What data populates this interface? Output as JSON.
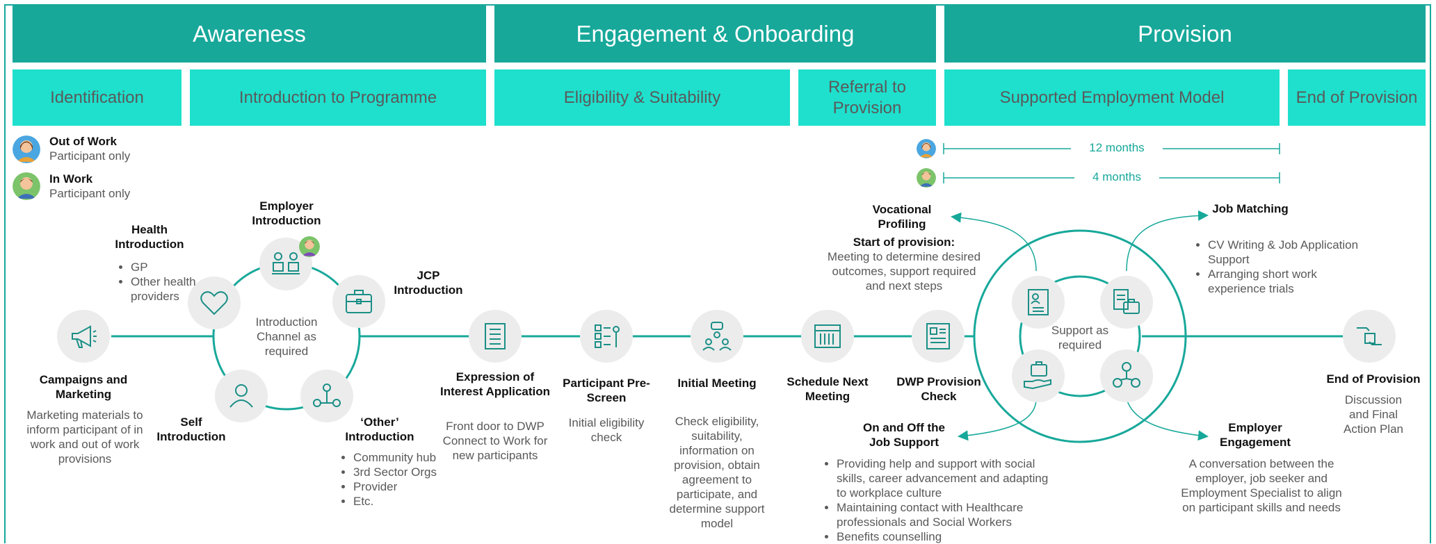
{
  "phases": [
    "Awareness",
    "Engagement & Onboarding",
    "Provision"
  ],
  "stages": [
    "Identification",
    "Introduction to Programme",
    "Eligibility & Suitability",
    "Referral to Provision",
    "Supported Employment Model",
    "End of Provision"
  ],
  "legend": {
    "out_title": "Out of Work",
    "out_sub": "Participant only",
    "in_title": "In Work",
    "in_sub": "Participant only"
  },
  "durations": [
    "12 months",
    "4 months"
  ],
  "intro": {
    "health_title": "Health Introduction",
    "health_items": [
      "GP",
      "Other health providers"
    ],
    "employer_title": "Employer Introduction",
    "jcp_title": "JCP Introduction",
    "channel_text": "Introduction Channel as required",
    "self_title": "Self Introduction",
    "other_title": "‘Other’ Introduction",
    "other_items": [
      "Community hub",
      "3rd Sector Orgs",
      "Provider",
      "Etc."
    ]
  },
  "campaigns": {
    "title": "Campaigns and Marketing",
    "desc": "Marketing materials to inform participant of in work and out of work provisions"
  },
  "steps": [
    {
      "title": "Expression of Interest Application",
      "desc": "Front door to DWP Connect to Work for new participants"
    },
    {
      "title": "Participant Pre-Screen",
      "desc": "Initial eligibility check"
    },
    {
      "title": "Initial Meeting",
      "desc": "Check eligibility, suitability, information on provision, obtain agreement to participate, and determine support model"
    },
    {
      "title": "Schedule Next Meeting",
      "desc": ""
    },
    {
      "title": "DWP Provision Check",
      "desc": ""
    }
  ],
  "vocational": {
    "title": "Vocational Profiling",
    "sub_title": "Start of provision:",
    "desc": "Meeting to determine desired outcomes, support required and next steps"
  },
  "support_center": "Support as required",
  "job_matching": {
    "title": "Job Matching",
    "items": [
      "CV Writing & Job Application Support",
      "Arranging short work experience trials"
    ]
  },
  "on_off": {
    "title": "On and Off the Job Support",
    "items": [
      "Providing help and support with social skills, career advancement and adapting to workplace culture",
      "Maintaining contact with Healthcare professionals and Social Workers",
      "Benefits counselling"
    ]
  },
  "employer_engagement": {
    "title": "Employer Engagement",
    "desc": "A conversation between the employer, job seeker and Employment Specialist to align on participant skills and needs"
  },
  "end": {
    "title": "End of Provision",
    "desc": "Discussion and Final Action Plan"
  },
  "colors": {
    "phase": "#17a89a",
    "stage": "#1ee0cd",
    "line": "#17a89a",
    "node": "#ececec",
    "icon": "#1a8f86"
  }
}
